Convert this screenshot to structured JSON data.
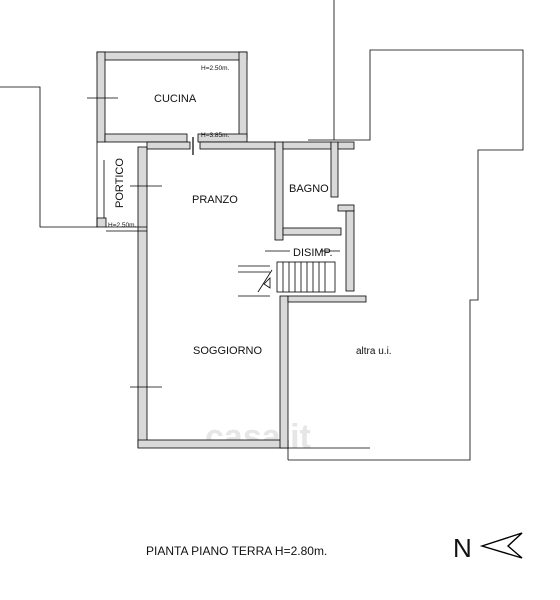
{
  "rooms": {
    "cucina": "CUCINA",
    "pranzo": "PRANZO",
    "bagno": "BAGNO",
    "disimp": "DISIMP.",
    "soggiorno": "SOGGIORNO",
    "portico": "PORTICO",
    "altra": "altra u.i."
  },
  "heights": {
    "cucina": "H=2.50m.",
    "pranzo": "H=3.85m.",
    "portico": "H=2.50m."
  },
  "caption": "PIANTA PIANO TERRA H=2.80m.",
  "north": {
    "letter": "N"
  },
  "watermark": "casa.it"
}
